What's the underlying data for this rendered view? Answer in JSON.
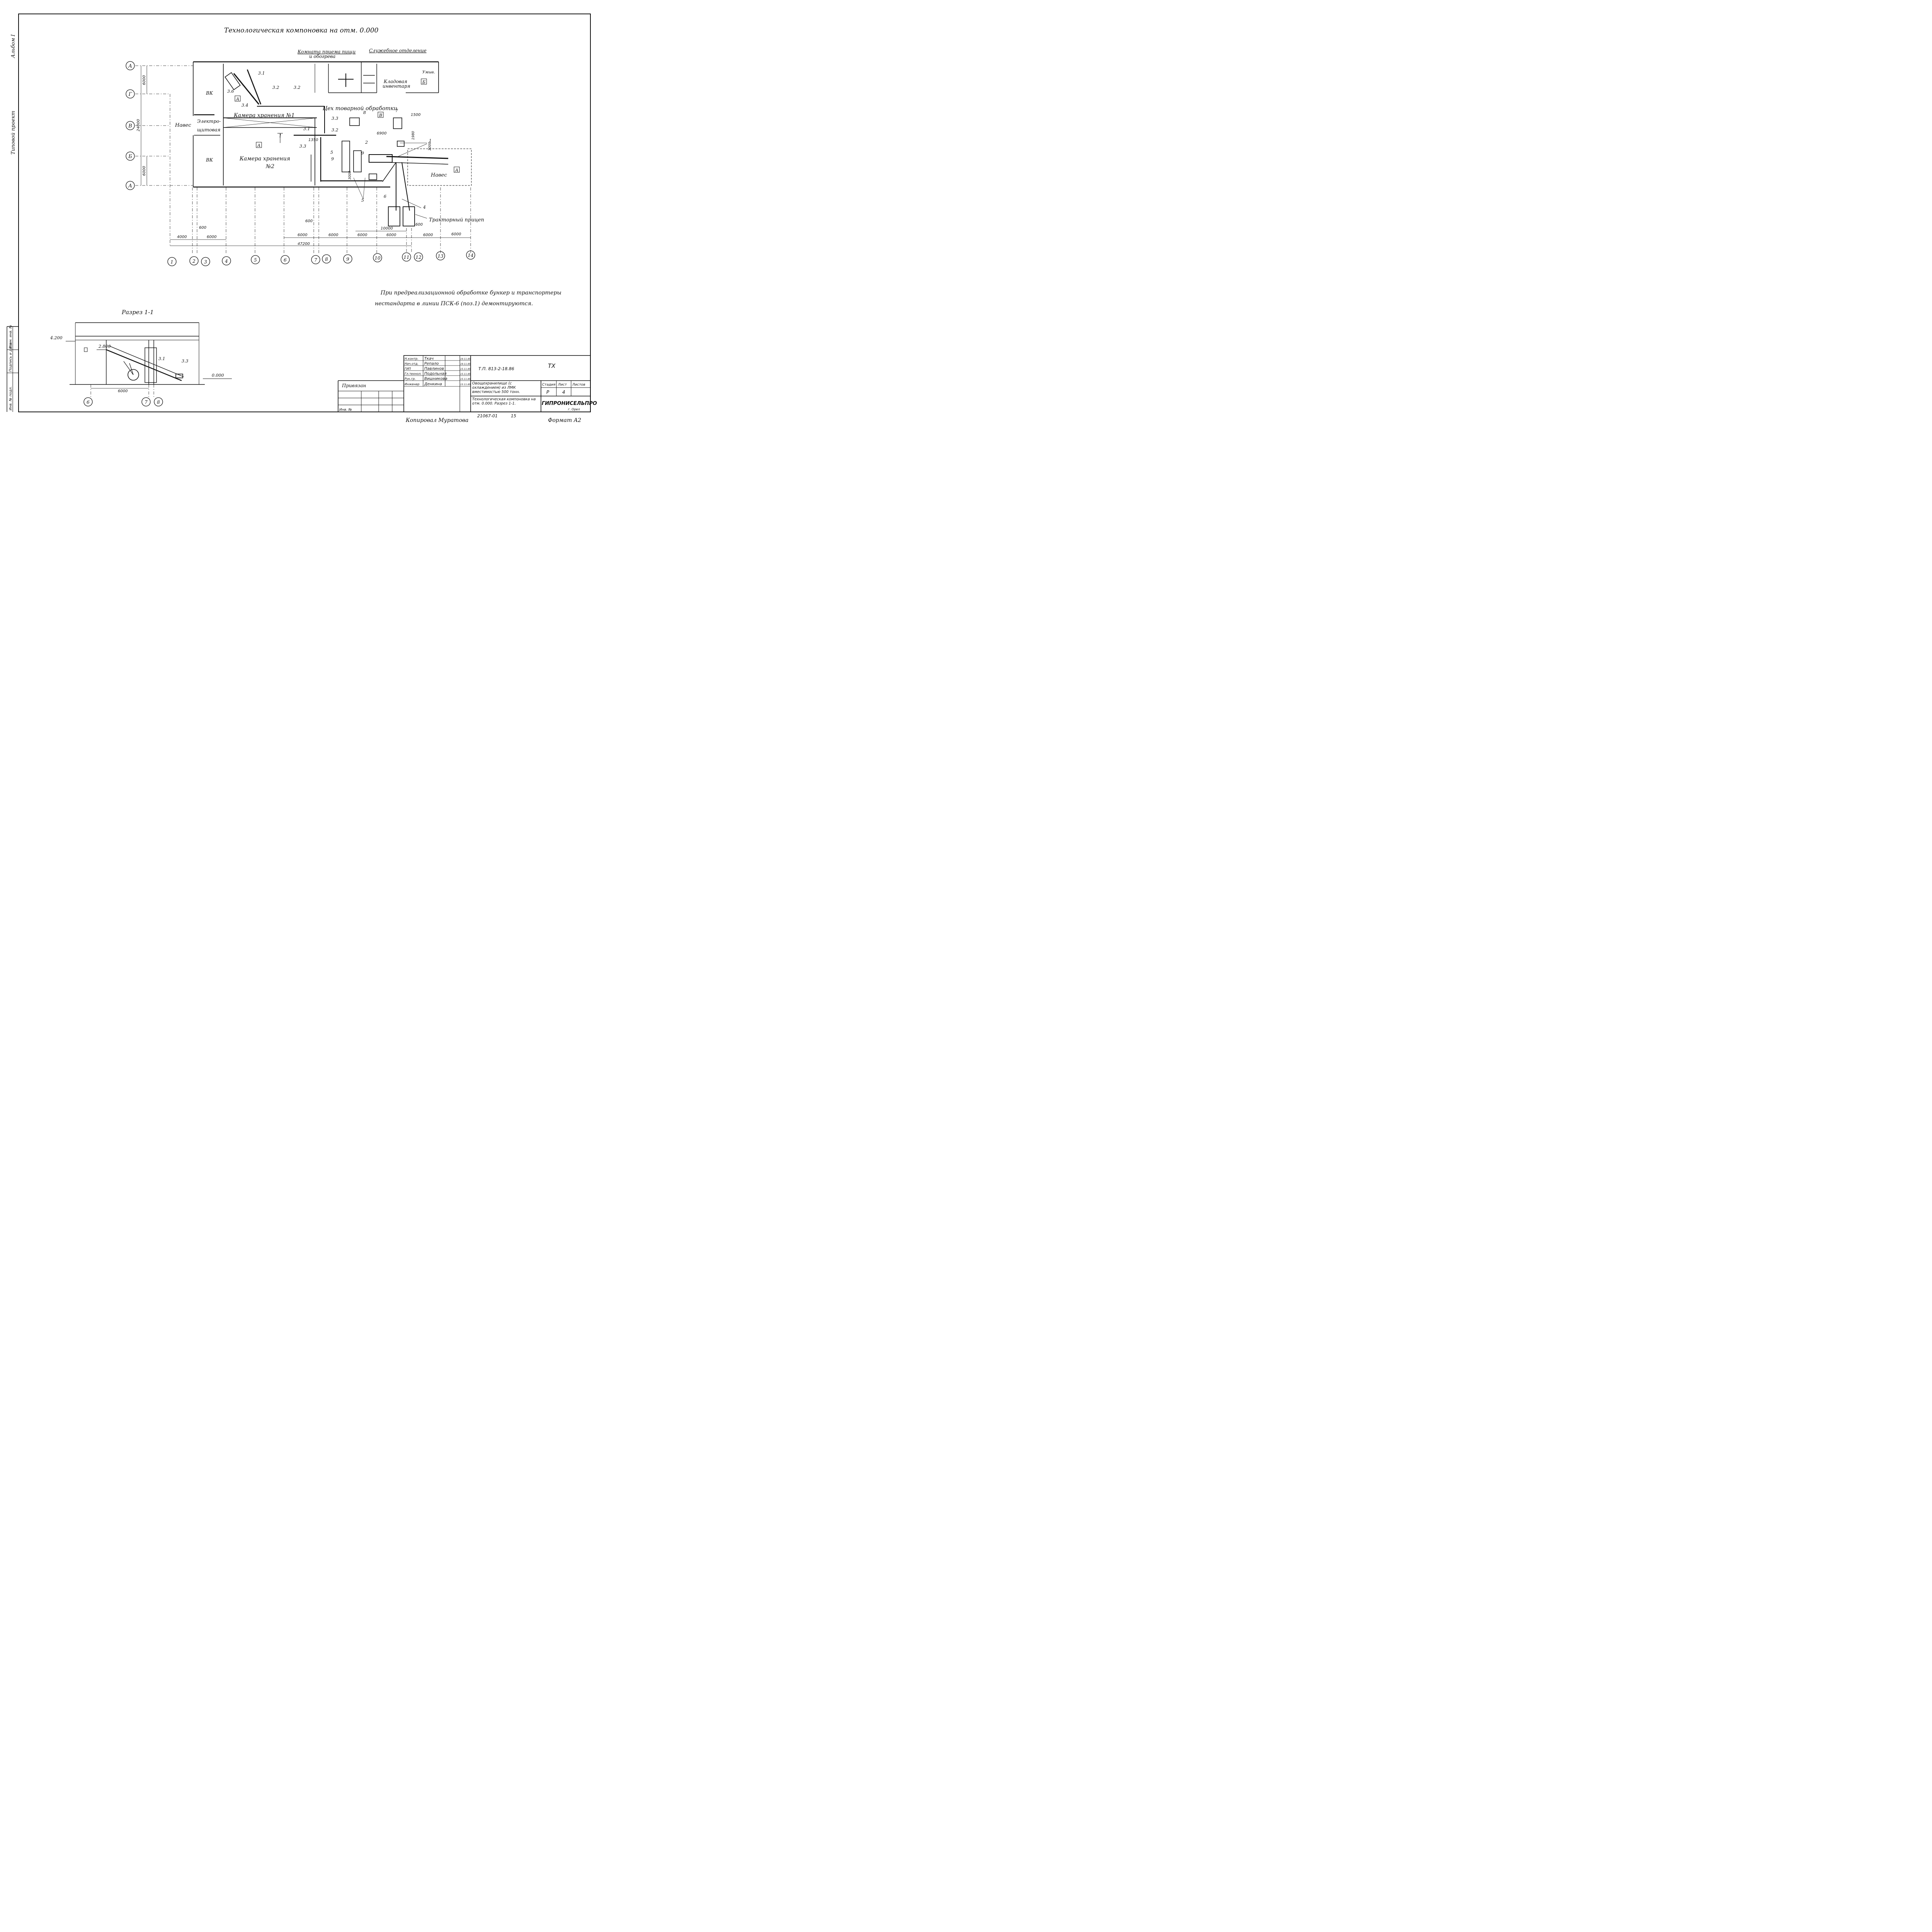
{
  "titles": {
    "main": "Технологическая компоновка на отм. 0.000",
    "section": "Разрез 1-1"
  },
  "side": {
    "album": "Альбом I",
    "project": "Типовой проект"
  },
  "rooms": {
    "room_meal": "Комната приема пищи",
    "room_meal2": "и обогрева",
    "service": "Служебное отделение",
    "storage": "Кладовая",
    "storage2": "инвентаря",
    "wash": "Умыв.",
    "workshop": "Цех товарной обработки",
    "chamber1": "Камера хранения №1",
    "chamber2": "Камера хранения",
    "chamber2b": "№2",
    "canopy_left": "Навес",
    "canopy_right": "Навес",
    "electro": "Электро-",
    "electro2": "щитовая",
    "vk1": "ВК",
    "vk2": "ВК",
    "trailer": "Тракторный прицеп"
  },
  "zones": {
    "a1": "А",
    "a2": "А",
    "a3": "А",
    "b": "В",
    "b2": "Б"
  },
  "axes_letters": [
    "А",
    "Г",
    "В",
    "Б",
    "А"
  ],
  "axes_numbers": [
    "1",
    "2",
    "3",
    "4",
    "5",
    "6",
    "7",
    "8",
    "9",
    "10",
    "11",
    "12",
    "13",
    "14"
  ],
  "dims": {
    "d6000v1": "6000",
    "d24000": "24000",
    "d6000v2": "6000",
    "d4000": "4000",
    "d600a": "600",
    "d6000a": "6000",
    "d6000b": "6000",
    "d600b": "600",
    "d6000c": "6000",
    "d6000d": "6000",
    "d6000e": "6000",
    "d6000f": "6000",
    "d6000g": "6000",
    "d600c": "600",
    "d47200": "47200",
    "d10000": "10000",
    "d1500": "1500",
    "d6900": "6900",
    "d1350": "1350",
    "d1980": "1980",
    "d3000": "3000",
    "d3000b": "3000"
  },
  "pos": {
    "p31a": "3.1",
    "p36": "3.6",
    "p34": "3.4",
    "p32a": "3.2",
    "p32b": "3.2",
    "p33a": "3.3",
    "p8": "8",
    "p7": "7",
    "p31b": "3.1",
    "p32c": "3.2",
    "p33b": "3.3",
    "p5": "5",
    "p9a": "9",
    "p2": "2",
    "p9b": "9",
    "p1": "1",
    "p5b": "5",
    "p6": "6",
    "p4": "4",
    "cut": "1"
  },
  "note": {
    "line1": "При предреализационной обработке бункер и транспортеры",
    "line2": "нестандарта в линии ПСК-6 (поз.1) демонтируются."
  },
  "section": {
    "lvl1": "4.200",
    "lvl2": "2.800",
    "lvl3": "0.000",
    "p31": "3.1",
    "p33": "3.3",
    "dim": "6000",
    "ax6": "6",
    "ax7": "7",
    "ax8": "8"
  },
  "stamp": {
    "roles": [
      "Н.контр.",
      "Нач.отд.",
      "ГИП",
      "Гл.технол.",
      "Рук.гр.",
      "Инженер"
    ],
    "names": [
      "Ткач",
      "Репало",
      "Павлинов",
      "Подольная",
      "Вишникова",
      "Денкина"
    ],
    "dates": [
      "19.11.85",
      "19.11.85",
      "15.11.85",
      "15.11.85",
      "15.11.85",
      "15.11.85"
    ],
    "code": "Т.П. 813-2-18.86",
    "mark": "ТХ",
    "object": "Овощехранилище (с охлаждением) из ЛМК вместимостью 500 тонн.",
    "sheet_title": "Технологическая компоновка на отм. 0.000. Разрез 1-1.",
    "h_stage": "Стадия",
    "h_sheet": "Лист",
    "h_sheets": "Листов",
    "stage": "Р",
    "sheet": "4",
    "sheets": "",
    "org": "ГИПРОНИСЕЛЬПРОМ",
    "city": "г. Орел",
    "bound": "Привязан",
    "inv": "Инв. №"
  },
  "left_strip": [
    "Взам. инв. №",
    "Подпись и дата",
    "Инв. № подл."
  ],
  "bottom": {
    "copied": "Копировал Муратова",
    "num": "21067-01",
    "page": "15",
    "format": "Формат А2"
  }
}
